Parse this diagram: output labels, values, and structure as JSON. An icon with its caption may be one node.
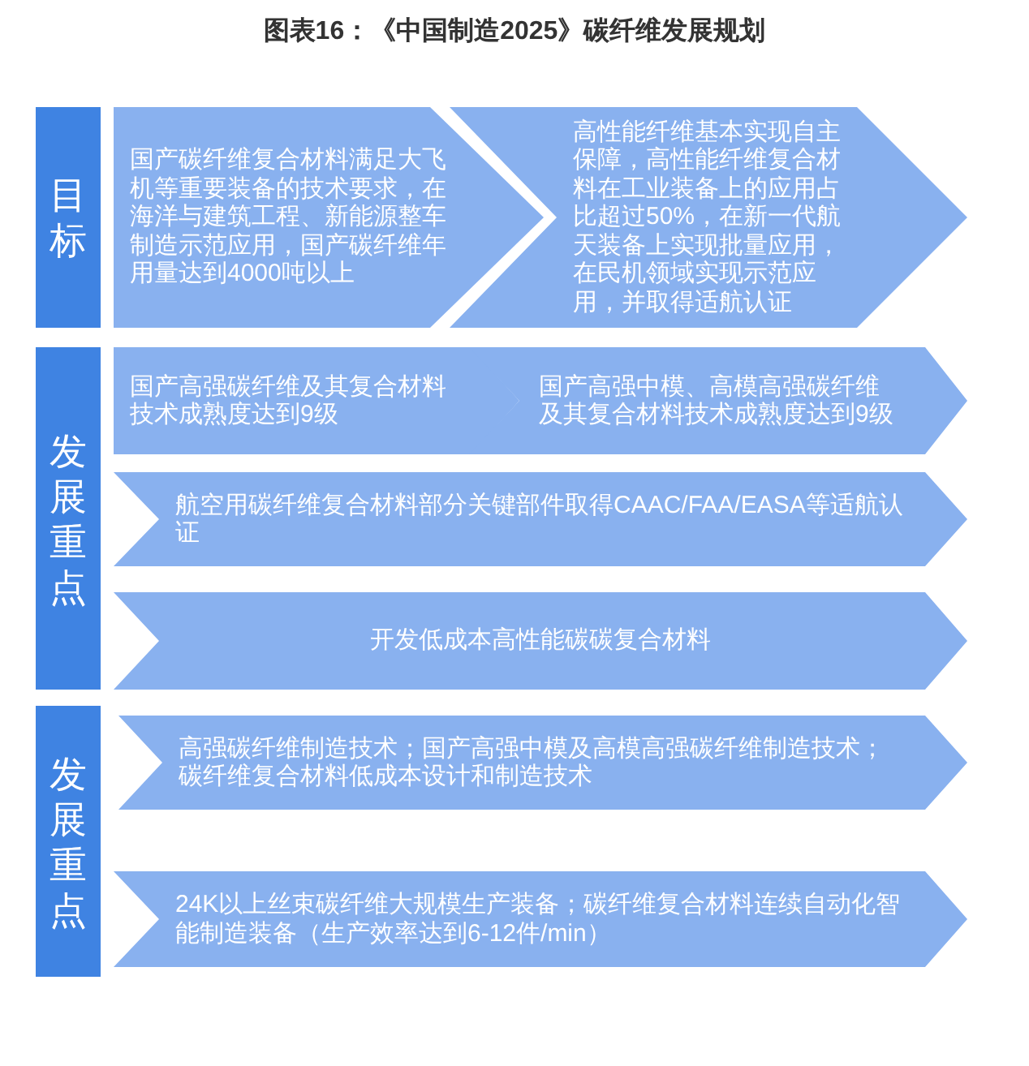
{
  "diagram": {
    "title": "图表16：《中国制造2025》碳纤维发展规划",
    "nodes": [
      {
        "text": [
          "目标"
        ]
      },
      {
        "text": [
          "国产碳纤维复合材料满足大飞机等重要装备的技术要求，在海洋与建筑工程、新能源整车制造示范应用，国产碳纤维年用量达到4000吨以上"
        ]
      },
      {
        "text": [
          "高性能纤维基本实现自主保障，高性能纤维复合材料在工业装备上的应用占比超过50%，在新一代航天装备上实现批量应用，在民机领域实现示范应用，并取得适航认证"
        ]
      },
      {
        "text": [
          "发展重点"
        ]
      },
      {
        "text": [
          "国产高强碳纤维及其复合材料技术成熟度达到9级"
        ]
      },
      {
        "text": [
          "国产高强中模、高模高强碳纤维及其复合材料技术成熟度达到9级"
        ]
      },
      {
        "text": [
          "航空用碳纤维复合材料部分关键部件取得CAAC/FAA/EASA等适航认证"
        ]
      },
      {
        "text": [
          "开发低成本高性能碳碳复合材料"
        ]
      },
      {
        "text": [
          "发展重点"
        ]
      },
      {
        "text": [
          "高强碳纤维制造技术；国产高强中模及高模高强碳纤维制造技术；碳纤维复合材料低成本设计和制造技术"
        ]
      },
      {
        "text": [
          "24K以上丝束碳纤维大规模生产装备；碳纤维复合材料连续自动化智能制造装备（生产效率达到6-12件/min）"
        ]
      }
    ]
  }
}
